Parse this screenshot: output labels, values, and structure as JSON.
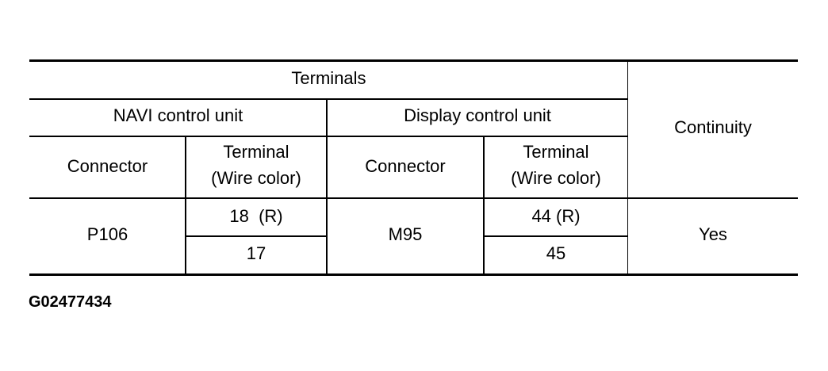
{
  "table": {
    "header": {
      "group": "Terminals",
      "navi_unit": "NAVI control unit",
      "display_unit": "Display control unit",
      "continuity": "Continuity",
      "connector": "Connector",
      "terminal_line1": "Terminal",
      "terminal_line2": "(Wire color)"
    },
    "rows": [
      {
        "navi_connector": "P106",
        "navi_terminal": "18  (R)",
        "display_connector": "M95",
        "display_terminal": "44 (R)",
        "continuity": "Yes"
      },
      {
        "navi_terminal": "17",
        "display_terminal": "45"
      }
    ]
  },
  "figure_code": "G02477434"
}
